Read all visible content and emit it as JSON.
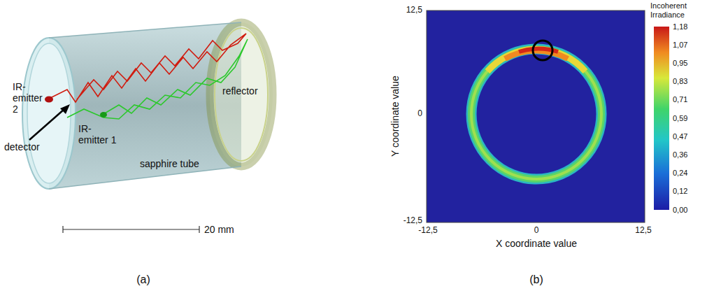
{
  "diagram": {
    "labels": [
      "IR-emitter 2",
      "detector",
      "IR-emitter 1",
      "sapphire tube",
      "reflector",
      "20 mm",
      "(a)",
      "12,5",
      "0",
      "-12,5",
      "Y coordinate value",
      "-12,5",
      "0",
      "12,5",
      "X coordinate value",
      "Incoherent Irradiance",
      "1,18",
      "1,07",
      "0,95",
      "0,83",
      "0,71",
      "0,59",
      "0,47",
      "0,36",
      "0,24",
      "0,12",
      "0,00",
      "(b)"
    ]
  }
}
